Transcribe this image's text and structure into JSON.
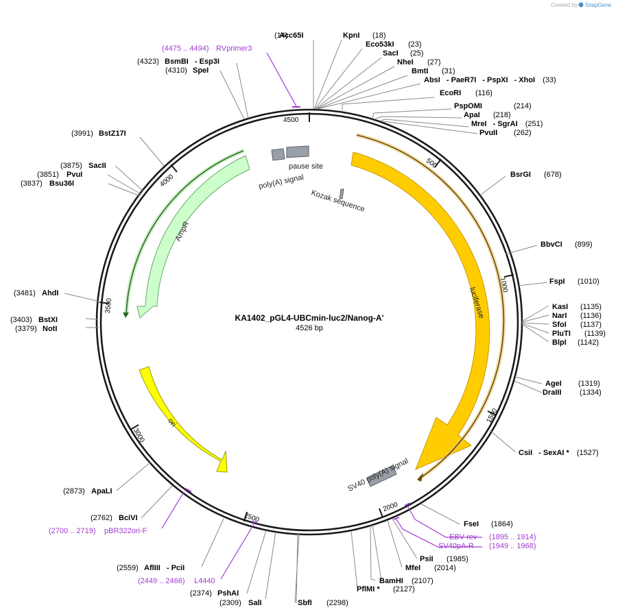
{
  "credit": {
    "prefix": "Created by",
    "brand": "SnapGene",
    "brand_color": "#4a90c8"
  },
  "plasmid": {
    "name": "KA1402_pGL4-UBCmin-luc2/Nanog-A'",
    "size_label": "4526 bp"
  },
  "colors": {
    "backbone": "#1a1a1a",
    "luciferase": "#ffcc00",
    "luciferase_edge": "#cc9900",
    "ori": "#ffff00",
    "ori_edge": "#999900",
    "ampr": "#ccffcc",
    "ampr_edge": "#66aa66",
    "small_feature": "#9aa0a8",
    "primer": "#a03ad0"
  },
  "tick_labels": [
    "500",
    "1000",
    "1500",
    "2000",
    "2500",
    "3000",
    "3500",
    "4000",
    "4500"
  ],
  "features": [
    {
      "name": "luciferase",
      "color": "#ffcc00"
    },
    {
      "name": "ori",
      "color": "#ffff00"
    },
    {
      "name": "AmpR",
      "color": "#ccffcc"
    },
    {
      "name": "SV40 poly(A) signal",
      "color": "#9aa0a8"
    },
    {
      "name": "poly(A) signal",
      "color": "#9aa0a8"
    },
    {
      "name": "pause site",
      "color": "#9aa0a8"
    },
    {
      "name": "Kozak sequence",
      "color": "#9aa0a8"
    }
  ],
  "sites": [
    {
      "pos": "(14)",
      "name": "Acc65I"
    },
    {
      "pos": "(18)",
      "name": "KpnI"
    },
    {
      "pos": "(23)",
      "name": "Eco53kI"
    },
    {
      "pos": "(25)",
      "name": "SacI"
    },
    {
      "pos": "(27)",
      "name": "NheI"
    },
    {
      "pos": "(31)",
      "name": "BmtI"
    },
    {
      "pos": "(33)",
      "name": "AbsI",
      "extra": [
        "PaeR7I",
        "PspXI",
        "XhoI"
      ]
    },
    {
      "pos": "(116)",
      "name": "EcoRI"
    },
    {
      "pos": "(214)",
      "name": "PspOMI"
    },
    {
      "pos": "(218)",
      "name": "ApaI"
    },
    {
      "pos": "(251)",
      "name": "MreI",
      "extra": [
        "SgrAI"
      ]
    },
    {
      "pos": "(262)",
      "name": "PvuII"
    },
    {
      "pos": "(678)",
      "name": "BsrGI"
    },
    {
      "pos": "(899)",
      "name": "BbvCI"
    },
    {
      "pos": "(1010)",
      "name": "FspI"
    },
    {
      "pos": "(1135)",
      "name": "KasI"
    },
    {
      "pos": "(1136)",
      "name": "NarI"
    },
    {
      "pos": "(1137)",
      "name": "SfoI"
    },
    {
      "pos": "(1139)",
      "name": "PluTI"
    },
    {
      "pos": "(1142)",
      "name": "BlpI"
    },
    {
      "pos": "(1319)",
      "name": "AgeI"
    },
    {
      "pos": "(1334)",
      "name": "DraIII"
    },
    {
      "pos": "(1527)",
      "name": "CsiI",
      "extra": [
        "SexAI *"
      ]
    },
    {
      "pos": "(1864)",
      "name": "FseI"
    },
    {
      "pos": "(1985)",
      "name": "PsiI"
    },
    {
      "pos": "(2014)",
      "name": "MfeI"
    },
    {
      "pos": "(2107)",
      "name": "BamHI"
    },
    {
      "pos": "(2127)",
      "name": "PflMI *"
    },
    {
      "pos": "(2298)",
      "name": "SbfI"
    },
    {
      "pos": "(2309)",
      "name": "SalI"
    },
    {
      "pos": "(2374)",
      "name": "PshAI"
    },
    {
      "pos": "(2559)",
      "name": "AflIII",
      "extra": [
        "PciI"
      ]
    },
    {
      "pos": "(2762)",
      "name": "BciVI"
    },
    {
      "pos": "(2873)",
      "name": "ApaLI"
    },
    {
      "pos": "(3379)",
      "name": "NotI"
    },
    {
      "pos": "(3403)",
      "name": "BstXI"
    },
    {
      "pos": "(3481)",
      "name": "AhdI"
    },
    {
      "pos": "(3837)",
      "name": "Bsu36I"
    },
    {
      "pos": "(3851)",
      "name": "PvuI"
    },
    {
      "pos": "(3875)",
      "name": "SacII"
    },
    {
      "pos": "(3991)",
      "name": "BstZ17I"
    },
    {
      "pos": "(4310)",
      "name": "SpeI"
    },
    {
      "pos": "(4323)",
      "name": "BsmBI",
      "extra": [
        "Esp3I"
      ]
    }
  ],
  "primers": [
    {
      "range": "(4475 .. 4494)",
      "name": "RVprimer3"
    },
    {
      "range": "(1895 .. 1914)",
      "name": "EBV-rev"
    },
    {
      "range": "(1949 .. 1968)",
      "name": "SV40pA-R"
    },
    {
      "range": "(2700 .. 2719)",
      "name": "pBR322ori-F"
    },
    {
      "range": "(2449 .. 2466)",
      "name": "L4440"
    }
  ]
}
